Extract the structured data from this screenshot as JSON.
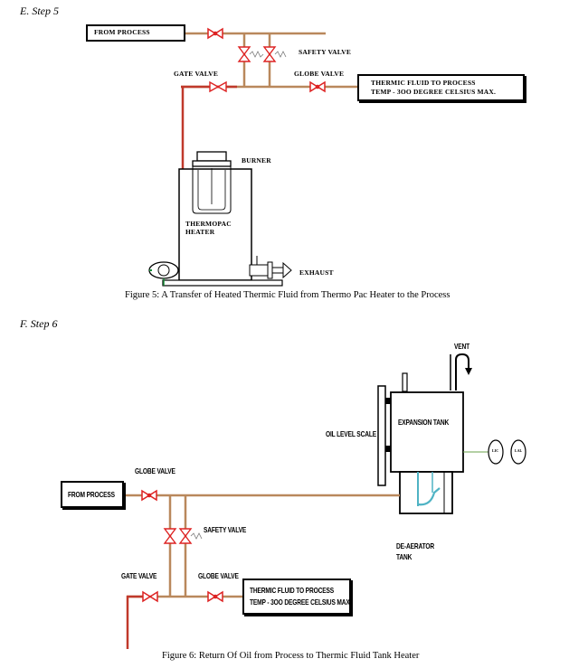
{
  "step5": {
    "heading": "E.   Step 5",
    "from_process": "FROM PROCESS",
    "safety_valve": "SAFETY VALVE",
    "gate_valve": "GATE VALVE",
    "globe_valve": "GLOBE VALVE",
    "thermic_line1": "THERMIC FLUID TO PROCESS",
    "thermic_line2": "TEMP - 3OO DEGREE CELSIUS MAX.",
    "burner": "BURNER",
    "heater_line1": "THERMOPAC",
    "heater_line2": "HEATER",
    "exhaust": "EXHAUST",
    "caption": "Figure 5: A Transfer of Heated Thermic Fluid from Thermo Pac Heater to the Process"
  },
  "step6": {
    "heading": "F.   Step 6",
    "vent": "VENT",
    "oil_level_scale": "OIL LEVEL SCALE",
    "expansion_tank": "EXPANSION TANK",
    "globe_valve_top": "GLOBE VALVE",
    "from_process": "FROM PROCESS",
    "safety_valve": "SAFETY VALVE",
    "deaerator_line1": "DE-AERATOR",
    "deaerator_line2": "TANK",
    "gate_valve": "GATE VALVE",
    "globe_valve_bottom": "GLOBE VALVE",
    "thermic_line1": "THERMIC FLUID TO PROCESS",
    "thermic_line2": "TEMP - 3OO DEGREE CELSIUS MAX.",
    "gauge1": "LIC",
    "gauge2": "LAL",
    "caption": "Figure 6: Return Of Oil from Process to Thermic Fluid Tank Heater"
  },
  "colors": {
    "hot_pipe": "#c0392b",
    "return_pipe": "#b9885c",
    "valve_red": "#d22",
    "fluid_teal": "#4fb3c4"
  }
}
